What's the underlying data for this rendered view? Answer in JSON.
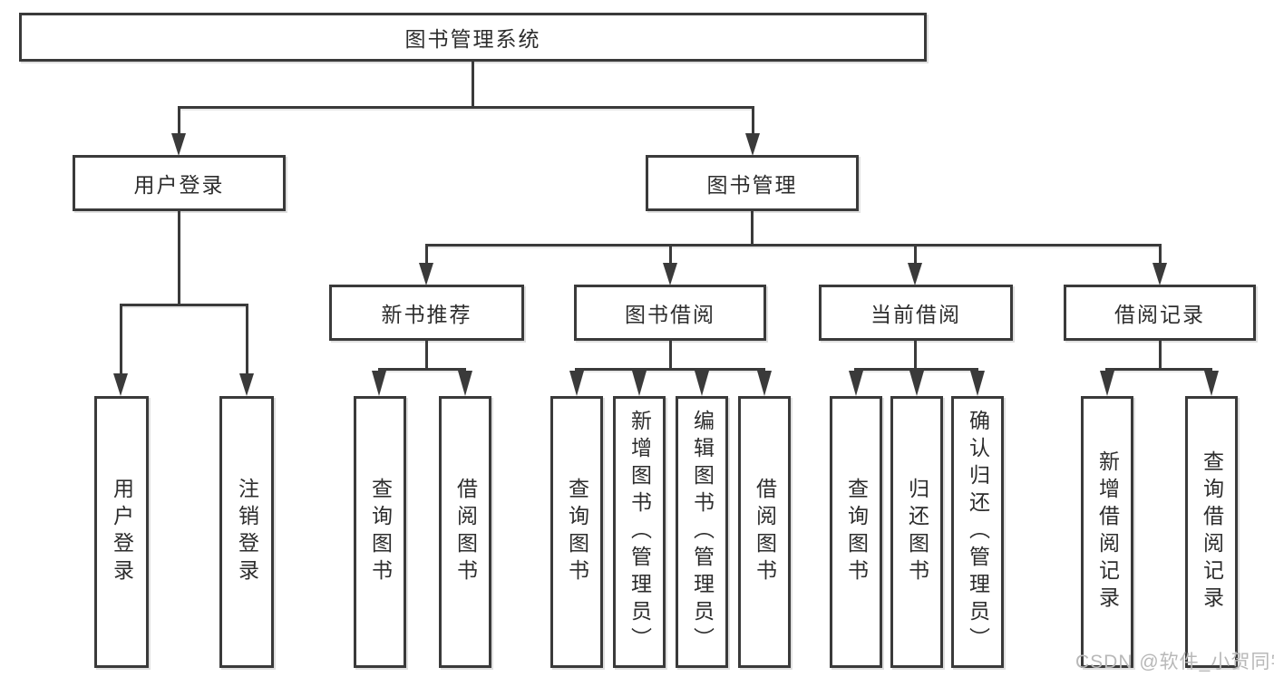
{
  "nodes": {
    "root": "图书管理系统",
    "user_login": "用户登录",
    "book_mgmt": "图书管理",
    "new_books": "新书推荐",
    "book_borrow": "图书借阅",
    "current_borrow": "当前借阅",
    "borrow_records": "借阅记录",
    "leaves": {
      "user_login": [
        "用户登录",
        "注销登录"
      ],
      "new_books": [
        "查询图书",
        "借阅图书"
      ],
      "book_borrow": [
        "查询图书",
        "新增图书（管理员）",
        "编辑图书（管理员）",
        "借阅图书"
      ],
      "current_borrow": [
        "查询图书",
        "归还图书",
        "确认归还（管理员）"
      ],
      "borrow_records": [
        "新增借阅记录",
        "查询借阅记录"
      ]
    }
  },
  "watermark": "CSDN @软件_小贺同学",
  "colors": {
    "line": "#3a3a3a",
    "text": "#2d2d2d",
    "watermark": "#b8b8b8",
    "background": "#ffffff"
  }
}
